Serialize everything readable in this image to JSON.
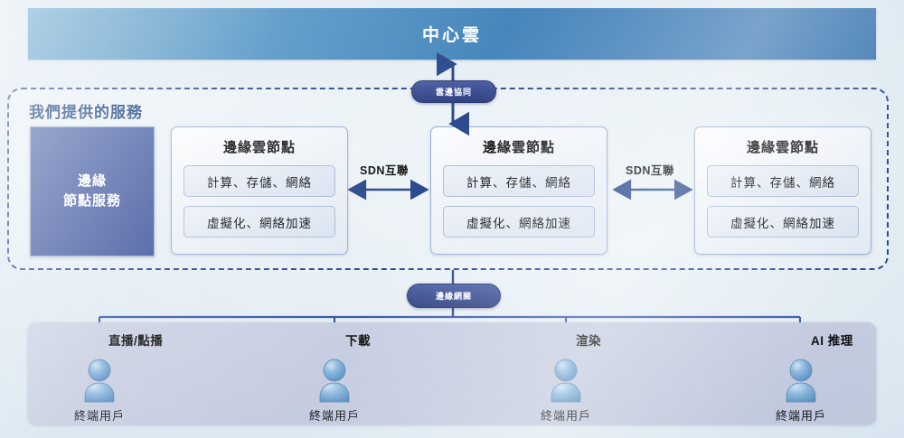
{
  "diagram": {
    "central_cloud": {
      "title": "中心雲"
    },
    "cloud_edge_link": {
      "badge": "雲邊協同"
    },
    "service_region": {
      "title": "我們提供的服務",
      "edge_service_block": {
        "label": "邊緣\n節點服務",
        "line1": "邊緣",
        "line2": "節點服務"
      },
      "nodes": [
        {
          "title": "邊緣雲節點",
          "rows": [
            "計算、存儲、網絡",
            "虛擬化、網絡加速"
          ]
        },
        {
          "title": "邊緣雲節點",
          "rows": [
            "計算、存儲、網絡",
            "虛擬化、網絡加速"
          ]
        },
        {
          "title": "邊緣雲節點",
          "rows": [
            "計算、存儲、網絡",
            "虛擬化、網絡加速"
          ]
        }
      ],
      "interconnects": [
        "SDN互聯",
        "SDN互聯"
      ]
    },
    "edge_gateway": {
      "badge": "邊緣網關"
    },
    "end_users": {
      "flows": [
        "直播/點播",
        "下載",
        "渲染",
        "AI 推理"
      ],
      "users": [
        {
          "label": "終端用戶"
        },
        {
          "label": "終端用戶"
        },
        {
          "label": "終端用戶"
        },
        {
          "label": "終端用戶"
        }
      ]
    },
    "colors": {
      "banner_from": "#5fa0ca",
      "banner_to": "#3d78b1",
      "dashed_border": "#2b4c91",
      "service_block": "#4a60a4",
      "pill": "#3c4f94",
      "arrow": "#2c4a8c",
      "user_panel": "#c5cce0",
      "user_glyph": "#6fa4ce",
      "background": "#dce8f0"
    }
  }
}
